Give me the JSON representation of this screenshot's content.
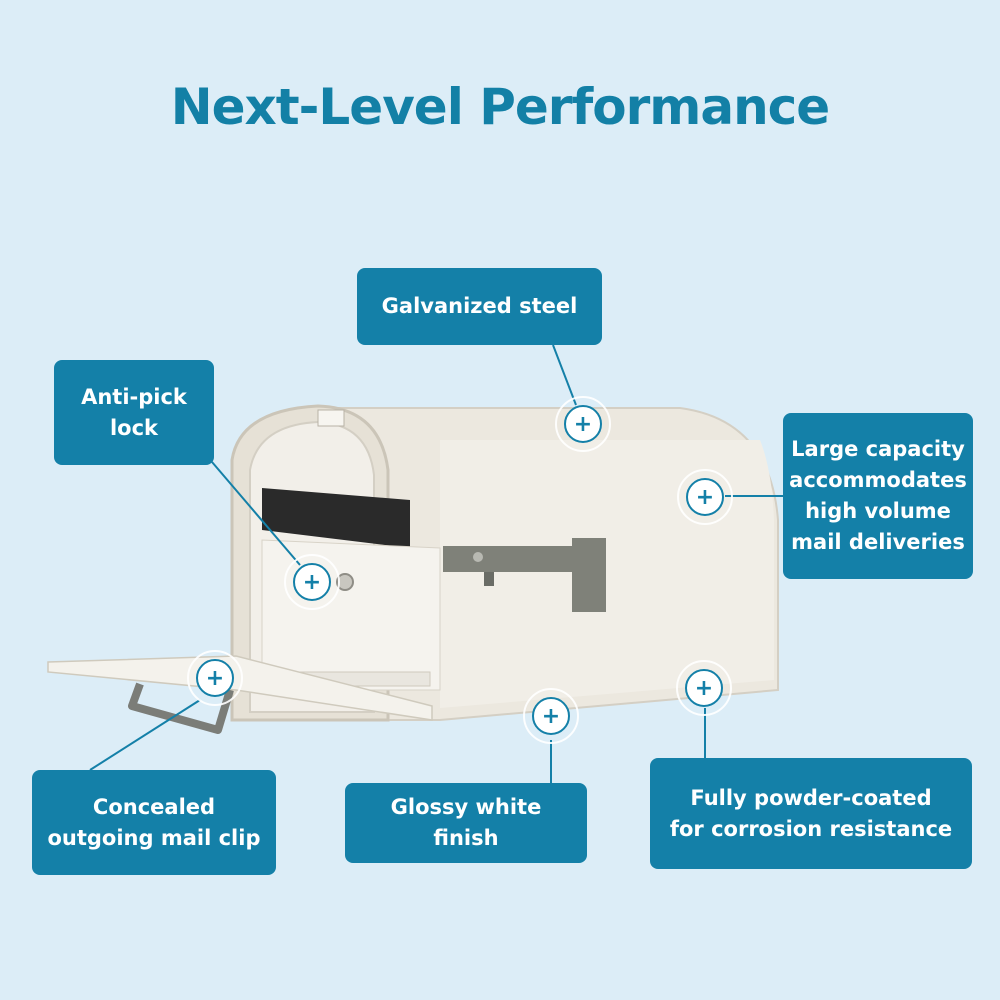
{
  "title": "Next-Level Performance",
  "colors": {
    "background": "#dcedf7",
    "accent": "#1480a8",
    "title": "#1380a6",
    "mailbox_body": "#ece8df",
    "flag": "#7f8179"
  },
  "callouts": {
    "galvanized": "Galvanized steel",
    "lock": "Anti-pick\nlock",
    "capacity": "Large capacity\naccommodates\nhigh volume\nmail deliveries",
    "clip": "Concealed\noutgoing mail clip",
    "glossy": "Glossy white finish",
    "powder": "Fully powder-coated\nfor corrosion resistance"
  },
  "hotspot_icon": "plus-icon",
  "product": "mailbox"
}
